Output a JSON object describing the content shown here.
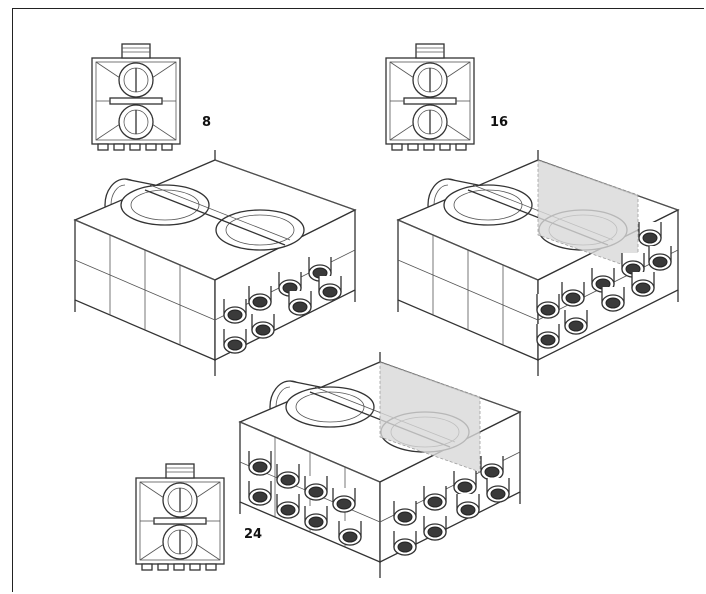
{
  "variants": [
    {
      "label": "8"
    },
    {
      "label": "16"
    },
    {
      "label": "24"
    }
  ]
}
